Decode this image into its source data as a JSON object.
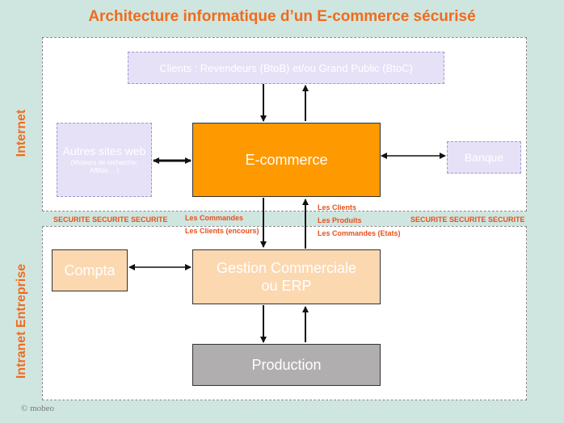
{
  "title": "Architecture informatique  d’un E-commerce sécurisé",
  "zones": {
    "internet_label": "Internet",
    "intranet_label": "Intranet  Entreprise"
  },
  "boxes": {
    "clients": "Clients : Revendeurs (BtoB) et/ou Grand Public (BtoC)",
    "autres_title": "Autres sites web",
    "autres_sub": "(Moteurs de recherche; Affiliés …)",
    "ecommerce": "E-commerce",
    "banque": "Banque",
    "compta": "Compta",
    "erp_line1": "Gestion Commerciale",
    "erp_line2": "ou ERP",
    "production": "Production"
  },
  "security": {
    "left": "SECURITE SECURITE SECURITE",
    "right": "SECURITE SECURITE SECURITE"
  },
  "flows": {
    "down": [
      "Les Commandes",
      "Les Clients (encours)"
    ],
    "up": [
      "Les Clients",
      "Les Produits",
      "Les Commandes (Etats)"
    ]
  },
  "copyright": "© mobeo",
  "colors": {
    "background": "#cfe6e0",
    "accent": "#f26a1b",
    "ecommerce": "#ff9900",
    "erp": "#fcd8b0",
    "production": "#b0aeae",
    "lavender": "#e6e1f7"
  }
}
